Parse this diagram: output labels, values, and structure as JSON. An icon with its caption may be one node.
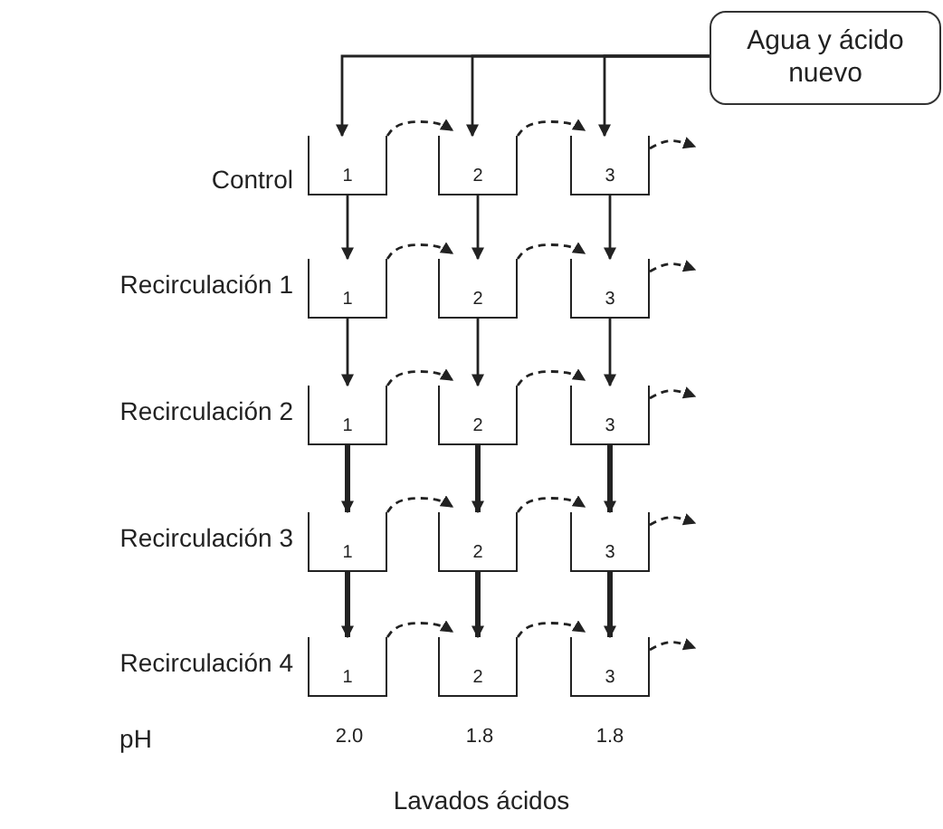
{
  "diagram": {
    "nodes": [
      {
        "text": [
          "Agua y ácido nuevo"
        ]
      },
      {
        "text": [
          "1"
        ]
      },
      {
        "text": [
          "2"
        ]
      },
      {
        "text": [
          "3"
        ]
      },
      {
        "text": [
          "1"
        ]
      },
      {
        "text": [
          "2"
        ]
      },
      {
        "text": [
          "3"
        ]
      },
      {
        "text": [
          "1"
        ]
      },
      {
        "text": [
          "2"
        ]
      },
      {
        "text": [
          "3"
        ]
      },
      {
        "text": [
          "1"
        ]
      },
      {
        "text": [
          "2"
        ]
      },
      {
        "text": [
          "3"
        ]
      },
      {
        "text": [
          "1"
        ]
      },
      {
        "text": [
          "2"
        ]
      },
      {
        "text": [
          "3"
        ]
      }
    ],
    "edges": [
      {
        "from": 0,
        "to": 1,
        "arrow": "to"
      },
      {
        "from": 0,
        "to": 2,
        "arrow": "to"
      },
      {
        "from": 0,
        "to": 3,
        "arrow": "to"
      },
      {
        "from": 1,
        "to": 2,
        "arrow": "to",
        "style": "dashed"
      },
      {
        "from": 2,
        "to": 3,
        "arrow": "to",
        "style": "dashed"
      },
      {
        "from": 3,
        "to": null,
        "arrow": "to",
        "style": "dashed"
      },
      {
        "from": 1,
        "to": 4,
        "arrow": "to"
      },
      {
        "from": 2,
        "to": 5,
        "arrow": "to"
      },
      {
        "from": 3,
        "to": 6,
        "arrow": "to"
      },
      {
        "from": 4,
        "to": 5,
        "arrow": "to",
        "style": "dashed"
      },
      {
        "from": 5,
        "to": 6,
        "arrow": "to",
        "style": "dashed"
      },
      {
        "from": 6,
        "to": null,
        "arrow": "to",
        "style": "dashed"
      },
      {
        "from": 4,
        "to": 7,
        "arrow": "to"
      },
      {
        "from": 5,
        "to": 8,
        "arrow": "to"
      },
      {
        "from": 6,
        "to": 9,
        "arrow": "to"
      },
      {
        "from": 7,
        "to": 8,
        "arrow": "to",
        "style": "dashed"
      },
      {
        "from": 8,
        "to": 9,
        "arrow": "to",
        "style": "dashed"
      },
      {
        "from": 9,
        "to": null,
        "arrow": "to",
        "style": "dashed"
      },
      {
        "from": 7,
        "to": 10,
        "arrow": "to",
        "style": "thick"
      },
      {
        "from": 8,
        "to": 11,
        "arrow": "to",
        "style": "thick"
      },
      {
        "from": 9,
        "to": 12,
        "arrow": "to",
        "style": "thick"
      },
      {
        "from": 10,
        "to": 11,
        "arrow": "to",
        "style": "dashed"
      },
      {
        "from": 11,
        "to": 12,
        "arrow": "to",
        "style": "dashed"
      },
      {
        "from": 12,
        "to": null,
        "arrow": "to",
        "style": "dashed"
      },
      {
        "from": 10,
        "to": 13,
        "arrow": "to",
        "style": "thick"
      },
      {
        "from": 11,
        "to": 14,
        "arrow": "to",
        "style": "thick"
      },
      {
        "from": 12,
        "to": 15,
        "arrow": "to",
        "style": "thick"
      },
      {
        "from": 13,
        "to": 14,
        "arrow": "to",
        "style": "dashed"
      },
      {
        "from": 14,
        "to": 15,
        "arrow": "to",
        "style": "dashed"
      },
      {
        "from": 15,
        "to": null,
        "arrow": "to",
        "style": "dashed"
      }
    ],
    "labels": [
      "Control",
      "Recirculación 1",
      "Recirculación 2",
      "Recirculación 3",
      "Recirculación 4",
      "pH",
      "2.0",
      "1.8",
      "1.8",
      "Lavados ácidos"
    ]
  }
}
